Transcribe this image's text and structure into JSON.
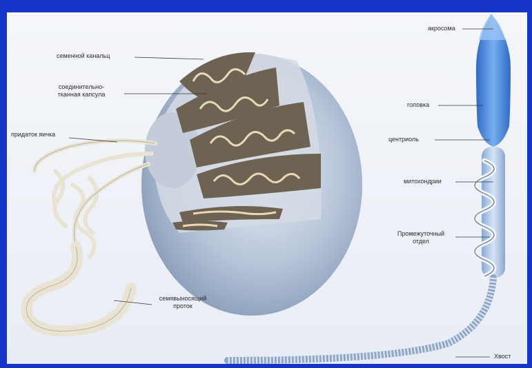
{
  "labels": {
    "seminiferous_tubules": "семенной канальц",
    "capsule_line1": "соединительно-",
    "capsule_line2": "тканная капсула",
    "epididymis": "придаток яичка",
    "vas_deferens_line1": "семявыносящий",
    "vas_deferens_line2": "проток",
    "acrosome": "акросома",
    "head": "головка",
    "centriole": "центриоль",
    "mitochondria": "митохондрии",
    "midpiece_line1": "Промежуточный",
    "midpiece_line2": "отдел",
    "tail": "Хвост"
  },
  "colors": {
    "frame": "#1636c9",
    "background": "#eef1f7",
    "testis_body": "#9fb0c8",
    "tubule_fill": "#6e6352",
    "tubule_coil": "#e8d9b8",
    "sperm_head": "#4a86d8",
    "sperm_tail": "#8fa6c4"
  }
}
